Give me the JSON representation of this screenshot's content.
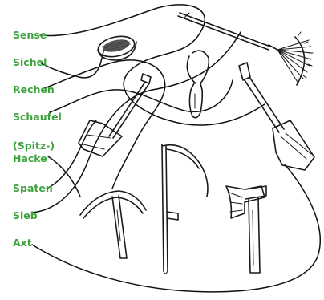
{
  "label_color": "#3ca33c",
  "words": [
    {
      "id": "sense",
      "lines": [
        "Sense"
      ]
    },
    {
      "id": "sichel",
      "lines": [
        "Sichel"
      ]
    },
    {
      "id": "rechen",
      "lines": [
        "Rechen"
      ]
    },
    {
      "id": "schaufel",
      "lines": [
        "Schaufel"
      ]
    },
    {
      "id": "hacke",
      "lines": [
        "(Spitz-)",
        "Hacke"
      ]
    },
    {
      "id": "spaten",
      "lines": [
        "Spaten"
      ]
    },
    {
      "id": "sieb",
      "lines": [
        "Sieb"
      ]
    },
    {
      "id": "axt",
      "lines": [
        "Axt"
      ]
    }
  ],
  "tools": [
    {
      "id": "sieve",
      "icon": "sieve-icon"
    },
    {
      "id": "rake",
      "icon": "rake-icon"
    },
    {
      "id": "sickle",
      "icon": "sickle-icon"
    },
    {
      "id": "spade",
      "icon": "spade-icon"
    },
    {
      "id": "shovel",
      "icon": "shovel-icon"
    },
    {
      "id": "scythe",
      "icon": "scythe-icon"
    },
    {
      "id": "pickaxe",
      "icon": "pickaxe-icon"
    },
    {
      "id": "axe",
      "icon": "axe-icon"
    }
  ]
}
